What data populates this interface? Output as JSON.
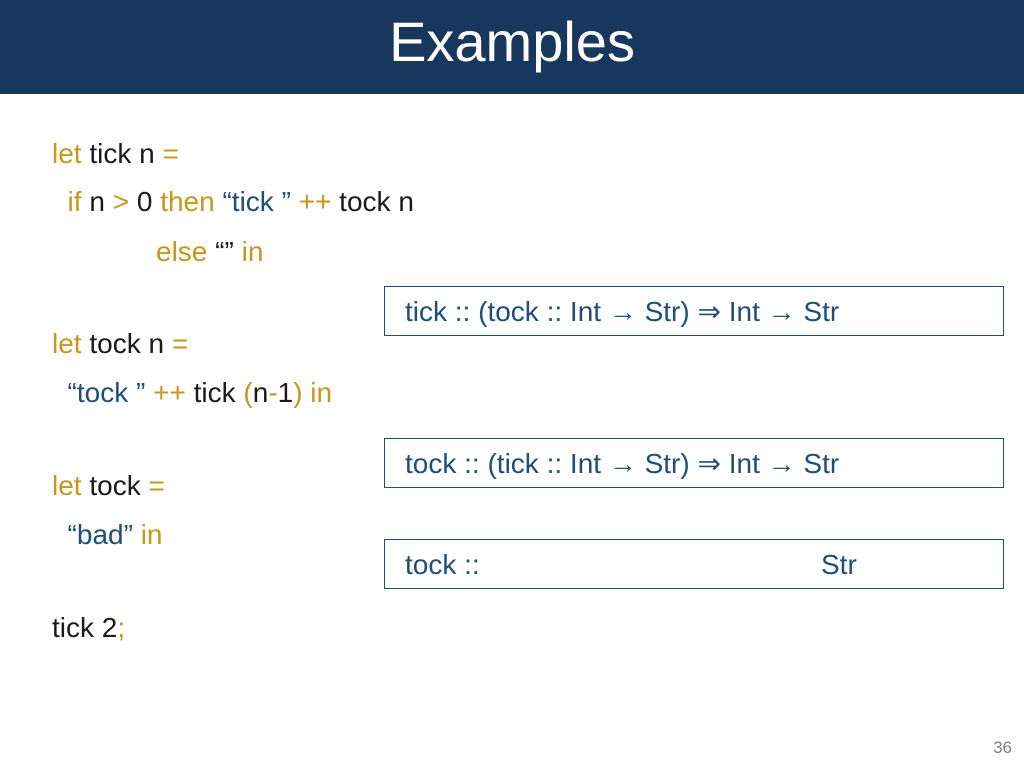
{
  "slide": {
    "title": "Examples",
    "page_number": "36"
  },
  "code": {
    "line1": [
      {
        "t": "let",
        "s": "kw"
      },
      {
        "t": " tick n ",
        "s": "plain"
      },
      {
        "t": "=",
        "s": "kw"
      }
    ],
    "line2": [
      {
        "t": "  if",
        "s": "kw"
      },
      {
        "t": " n ",
        "s": "plain"
      },
      {
        "t": ">",
        "s": "kw"
      },
      {
        "t": " 0 ",
        "s": "plain"
      },
      {
        "t": "then",
        "s": "kw"
      },
      {
        "t": " “tick ” ",
        "s": "str"
      },
      {
        "t": "++",
        "s": "kw"
      },
      {
        "t": " tock n",
        "s": "plain"
      }
    ],
    "line3": [
      {
        "t": "else",
        "s": "kw"
      },
      {
        "t": " “” ",
        "s": "plain"
      },
      {
        "t": "in",
        "s": "kw"
      }
    ],
    "line4": [
      {
        "t": "let",
        "s": "kw"
      },
      {
        "t": " tock n ",
        "s": "plain"
      },
      {
        "t": "=",
        "s": "kw"
      }
    ],
    "line5": [
      {
        "t": "  “tock ” ",
        "s": "str"
      },
      {
        "t": "++",
        "s": "kw"
      },
      {
        "t": " tick ",
        "s": "plain"
      },
      {
        "t": "(",
        "s": "kw"
      },
      {
        "t": "n",
        "s": "plain"
      },
      {
        "t": "-",
        "s": "kw"
      },
      {
        "t": "1",
        "s": "plain"
      },
      {
        "t": ") in",
        "s": "kw"
      }
    ],
    "line6": [
      {
        "t": "let",
        "s": "kw"
      },
      {
        "t": " tock ",
        "s": "plain"
      },
      {
        "t": "=",
        "s": "kw"
      }
    ],
    "line7": [
      {
        "t": "  “bad” ",
        "s": "str"
      },
      {
        "t": "in",
        "s": "kw"
      }
    ],
    "line8": [
      {
        "t": "tick 2",
        "s": "plain"
      },
      {
        "t": ";",
        "s": "kw"
      }
    ]
  },
  "types": {
    "box1": "tick :: (tock :: Int → Str) ⇒ Int → Str",
    "box2": "tock :: (tick :: Int → Str) ⇒ Int → Str",
    "box3_left": "tock ::",
    "box3_right": "Str"
  },
  "colors": {
    "title_bar": "#17375e",
    "keyword": "#c8961a",
    "string": "#1f4e79",
    "box_border": "#1f4e79"
  }
}
